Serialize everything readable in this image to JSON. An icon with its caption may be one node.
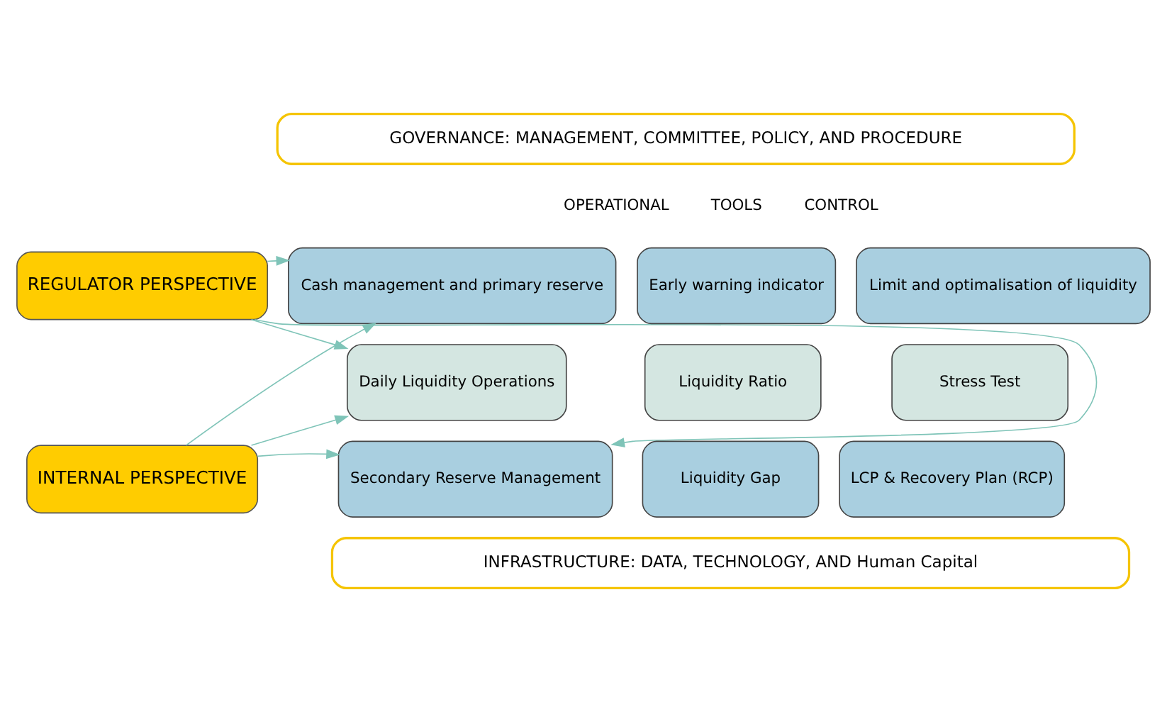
{
  "diagram": {
    "nodes": [
      {
        "text": [
          "GOVERNANCE: MANAGEMENT, COMMITTEE, POLICY, AND PROCEDURE"
        ]
      },
      {
        "text": [
          "REGULATOR PERSPECTIVE"
        ]
      },
      {
        "text": [
          "INTERNAL PERSPECTIVE"
        ]
      },
      {
        "text": [
          "Cash management and primary reserve"
        ]
      },
      {
        "text": [
          "Early warning indicator"
        ]
      },
      {
        "text": [
          "Limit and optimalisation of liquidity"
        ]
      },
      {
        "text": [
          "Daily Liquidity Operations"
        ]
      },
      {
        "text": [
          "Liquidity Ratio"
        ]
      },
      {
        "text": [
          "Stress Test"
        ]
      },
      {
        "text": [
          "Secondary Reserve Management"
        ]
      },
      {
        "text": [
          "Liquidity Gap"
        ]
      },
      {
        "text": [
          "LCP & Recovery Plan (RCP)"
        ]
      },
      {
        "text": [
          "INFRASTRUCTURE: DATA, TECHNOLOGY, AND Human Capital"
        ]
      }
    ],
    "edges": [
      {
        "from": 1,
        "to": 3,
        "arrow": "to"
      },
      {
        "from": 1,
        "to": 6,
        "arrow": "to"
      },
      {
        "from": 1,
        "to": 9,
        "arrow": "to"
      },
      {
        "from": 2,
        "to": 3,
        "arrow": "to"
      },
      {
        "from": 2,
        "to": 6,
        "arrow": "to"
      },
      {
        "from": 2,
        "to": 9,
        "arrow": "to"
      }
    ],
    "labels": [
      "OPERATIONAL",
      "TOOLS",
      "CONTROL"
    ]
  }
}
